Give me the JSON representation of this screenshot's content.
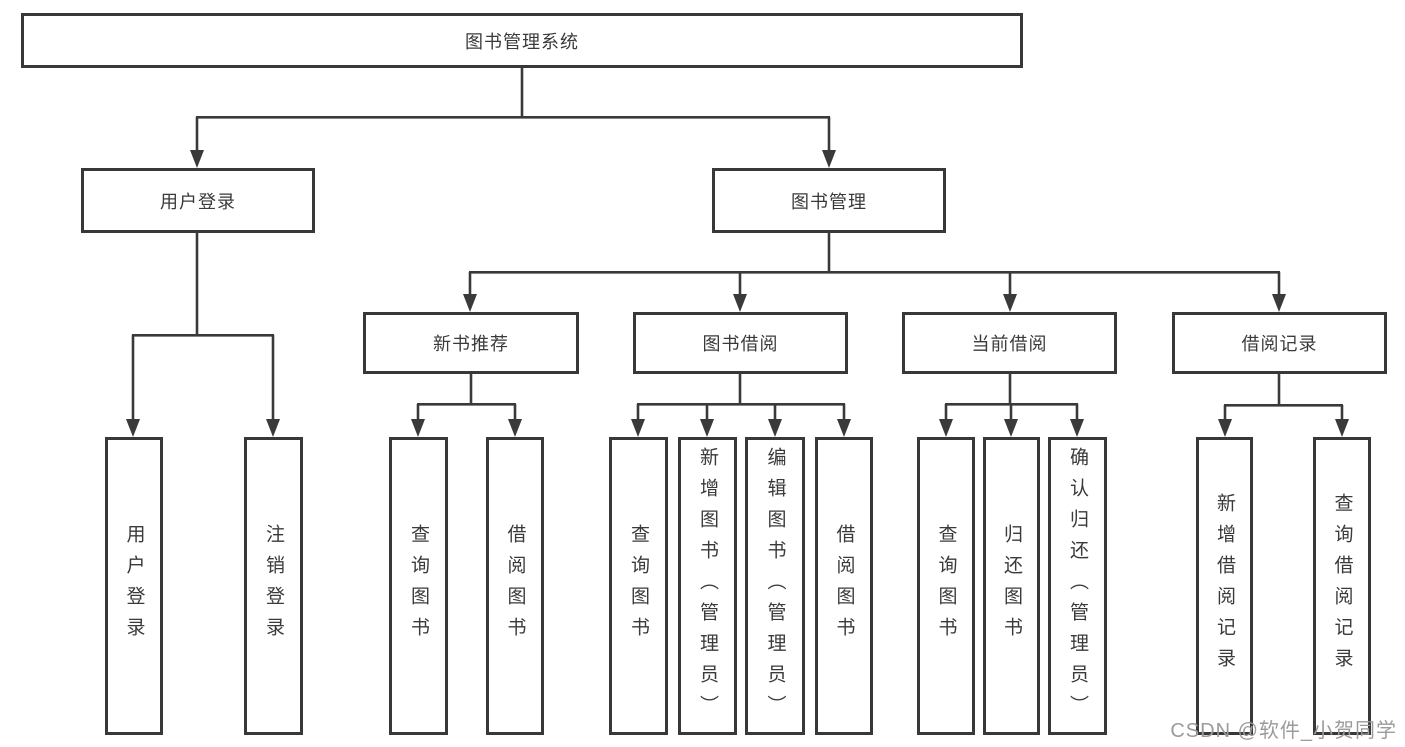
{
  "diagram_type": "function-structure-tree",
  "colors": {
    "background": "#ffffff",
    "line": "#3a3a3a",
    "box_border": "#383838",
    "text": "#3a3a3a",
    "watermark": "#9b9b9b"
  },
  "tree": {
    "root": {
      "label": "图书管理系统",
      "children": [
        {
          "label": "用户登录",
          "children": [
            {
              "label": "用户登录"
            },
            {
              "label": "注销登录"
            }
          ]
        },
        {
          "label": "图书管理",
          "children": [
            {
              "label": "新书推荐",
              "children": [
                {
                  "label": "查询图书"
                },
                {
                  "label": "借阅图书"
                }
              ]
            },
            {
              "label": "图书借阅",
              "children": [
                {
                  "label": "查询图书"
                },
                {
                  "label": "新增图书（管理员）"
                },
                {
                  "label": "编辑图书（管理员）"
                },
                {
                  "label": "借阅图书"
                }
              ]
            },
            {
              "label": "当前借阅",
              "children": [
                {
                  "label": "查询图书"
                },
                {
                  "label": "归还图书"
                },
                {
                  "label": "确认归还（管理员）"
                }
              ]
            },
            {
              "label": "借阅记录",
              "children": [
                {
                  "label": "新增借阅记录"
                },
                {
                  "label": "查询借阅记录"
                }
              ]
            }
          ]
        }
      ]
    }
  },
  "watermark": {
    "text": "CSDN @软件_小贺同学"
  }
}
